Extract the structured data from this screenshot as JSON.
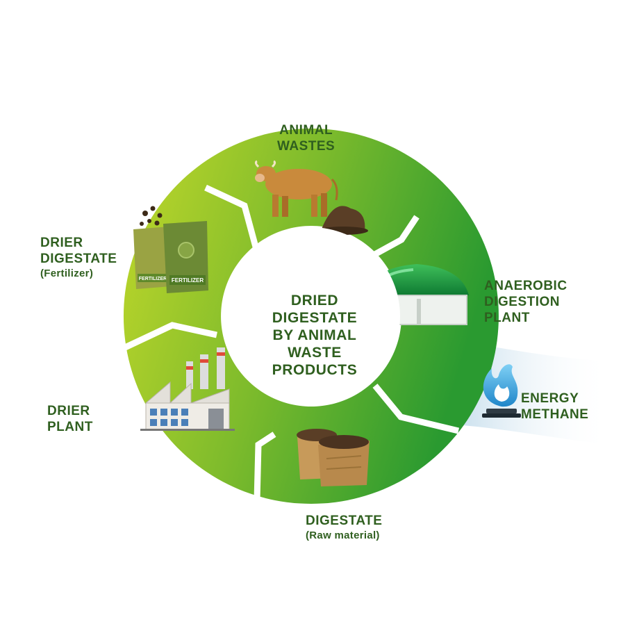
{
  "diagram": {
    "center_title": [
      "DRIED",
      "DIGESTATE",
      "BY ANIMAL",
      "WASTE",
      "PRODUCTS"
    ],
    "stages": {
      "animal_wastes": {
        "line1": "ANIMAL",
        "line2": "WASTES"
      },
      "anaerobic": {
        "line1": "ANAEROBIC",
        "line2": "DIGESTION",
        "line3": "PLANT"
      },
      "digestate": {
        "line1": "DIGESTATE",
        "sub": "(Raw material)"
      },
      "drier_plant": {
        "line1": "DRIER",
        "line2": "PLANT"
      },
      "drier_digestate": {
        "line1": "DRIER",
        "line2": "DIGESTATE",
        "sub": "(Fertilizer)"
      }
    },
    "output": {
      "line1": "ENERGY",
      "line2": "METHANE"
    },
    "bag_label": "FERTILIZER",
    "colors": {
      "ring_light": "#b6d22a",
      "ring_dark": "#2f9c2e",
      "label_green": "#2f5f1f",
      "flame_blue": "#3aa0d8"
    }
  }
}
